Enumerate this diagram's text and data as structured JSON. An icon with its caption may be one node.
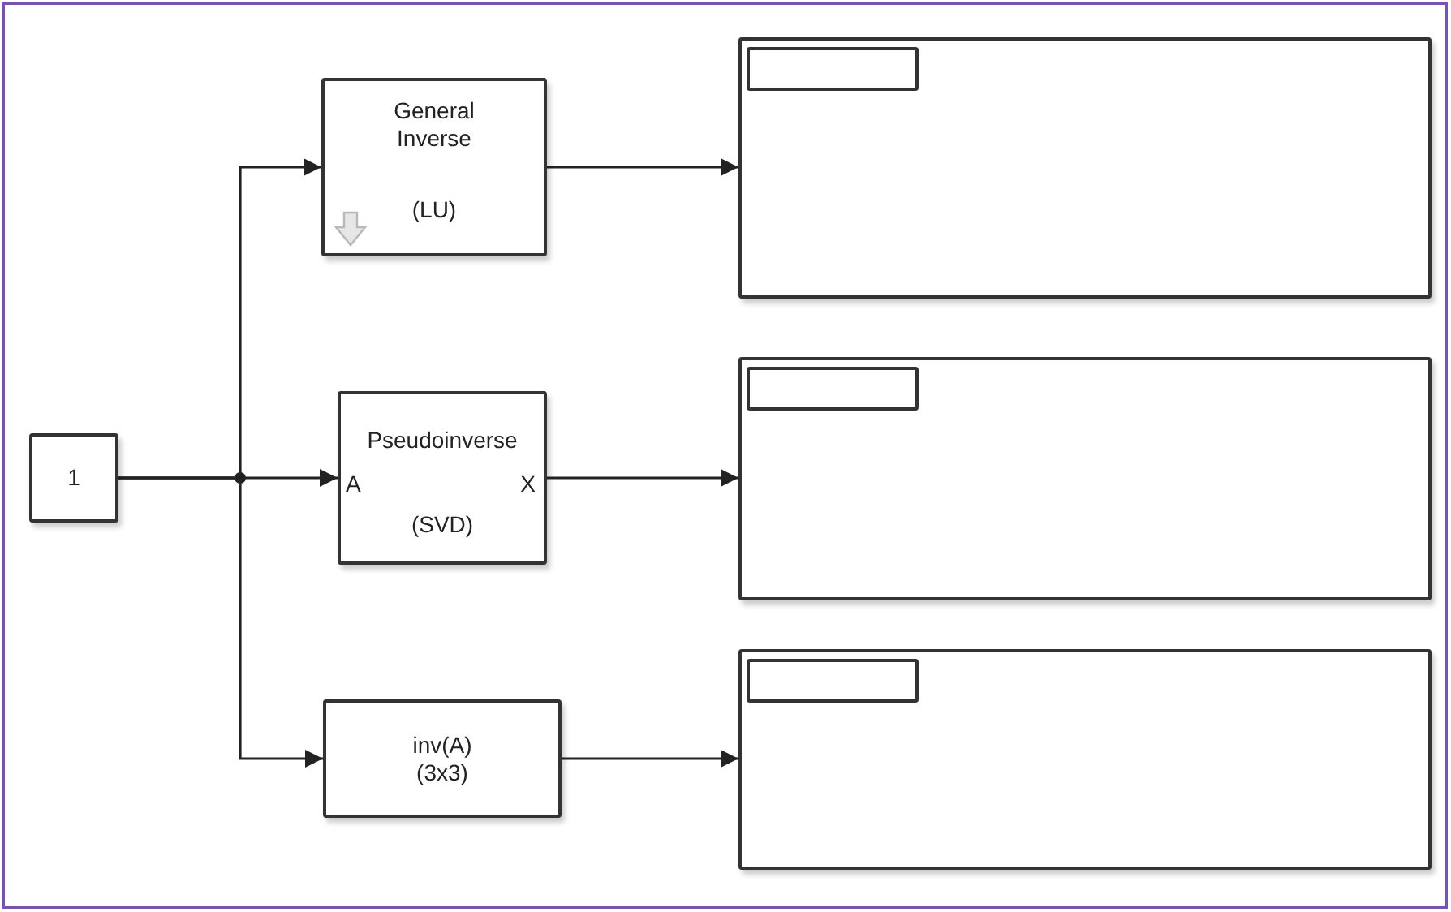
{
  "diagram": {
    "nodes": [
      {
        "text": [
          "1"
        ]
      },
      {
        "text": [
          "General Inverse",
          "(LU)"
        ]
      },
      {
        "text": [
          "Pseudoinverse",
          "A",
          "X",
          "(SVD)"
        ]
      },
      {
        "text": [
          "inv(A) (3x3)"
        ]
      },
      {
        "text": [],
        "shape": "box"
      },
      {
        "text": [],
        "shape": "box"
      },
      {
        "text": [],
        "shape": "box"
      }
    ],
    "edges": [
      {
        "from": 0,
        "to": 1,
        "arrow": "to"
      },
      {
        "from": 0,
        "to": 2,
        "arrow": "to"
      },
      {
        "from": 0,
        "to": 3,
        "arrow": "to"
      },
      {
        "from": 1,
        "to": 4,
        "arrow": "to"
      },
      {
        "from": 2,
        "to": 5,
        "arrow": "to"
      },
      {
        "from": 3,
        "to": 6,
        "arrow": "to"
      }
    ]
  }
}
